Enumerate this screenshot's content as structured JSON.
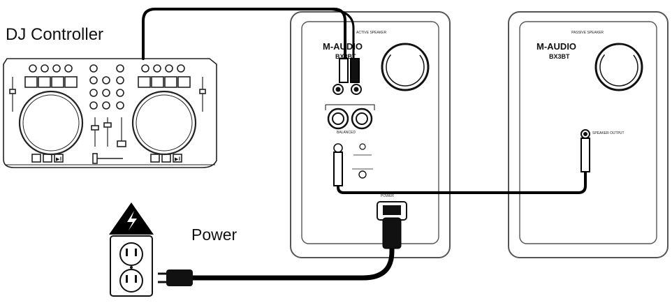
{
  "labels": {
    "dj_controller": "DJ Controller",
    "power": "Power"
  },
  "active_speaker": {
    "header": "ACTIVE SPEAKER",
    "brand": "M-AUDIO",
    "model": "BX3BT",
    "input_label": "BALANCED",
    "power_label": "POWER"
  },
  "passive_speaker": {
    "header": "PASSIVE SPEAKER",
    "brand": "M-AUDIO",
    "model": "BX3BT",
    "output_label": "SPEAKER OUTPUT"
  },
  "colors": {
    "line": "#111111",
    "cable": "#000000",
    "device_outline": "#333333",
    "warning": "#000000"
  },
  "icons": [
    "warning-triangle-icon",
    "wall-outlet-icon",
    "power-plug-icon",
    "jog-wheel-icon",
    "woofer-icon"
  ]
}
